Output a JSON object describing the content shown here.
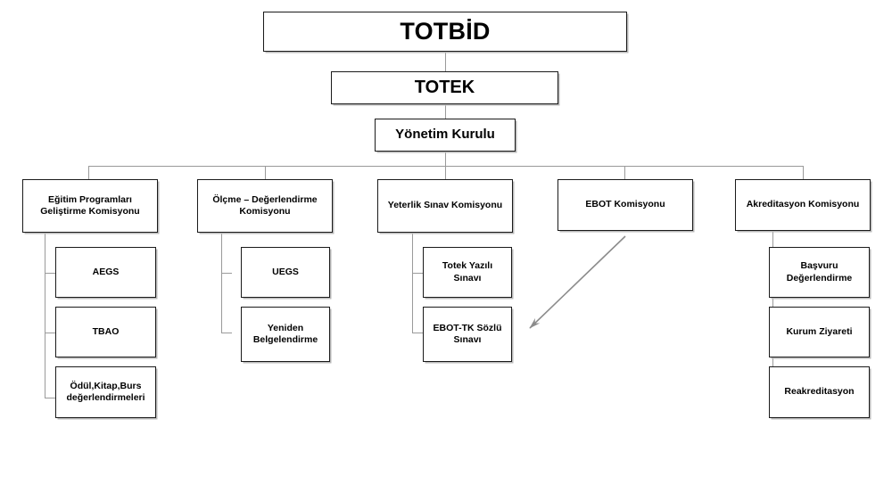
{
  "diagram": {
    "title": "TOTBID Organizational Structure",
    "type": "org-chart",
    "line_color": "#9a9a9a",
    "box_border_color": "#1a1a1a",
    "background": "#ffffff",
    "arrow_color": "#8c8c8c"
  },
  "root": {
    "label": "TOTBİD"
  },
  "level_two": {
    "label": "TOTEK"
  },
  "level_three": {
    "label": "Yönetim Kurulu"
  },
  "commissions": [
    {
      "label": "Eğitim Programları\nGeliştirme Komisyonu"
    },
    {
      "label": "Ölçme – Değerlendirme\nKomisyonu"
    },
    {
      "label": "Yeterlik Sınav Komisyonu"
    },
    {
      "label": "EBOT Komisyonu"
    },
    {
      "label": "Akreditasyon Komisyonu"
    }
  ],
  "leaves": {
    "egitim": [
      {
        "label": "AEGS"
      },
      {
        "label": "TBAO"
      },
      {
        "label": "Ödül,Kitap,Burs\ndeğerlendirmeleri"
      }
    ],
    "olcme": [
      {
        "label": "UEGS"
      },
      {
        "label": "Yeniden\nBelgelendirme"
      }
    ],
    "yeterlik": [
      {
        "label": "Totek Yazılı Sınavı"
      },
      {
        "label": "EBOT-TK Sözlü\nSınavı"
      }
    ],
    "ebot": [],
    "akreditasyon": [
      {
        "label": "Başvuru\nDeğerlendirme"
      },
      {
        "label": "Kurum Ziyareti"
      },
      {
        "label": "Reakreditasyon"
      }
    ]
  },
  "annotations": [
    {
      "name": "ebot-to-sozlu-sinavi-arrow",
      "from": "EBOT Komisyonu",
      "to": "EBOT-TK Sözlü Sınavı",
      "style": "diagonal-arrow"
    }
  ]
}
